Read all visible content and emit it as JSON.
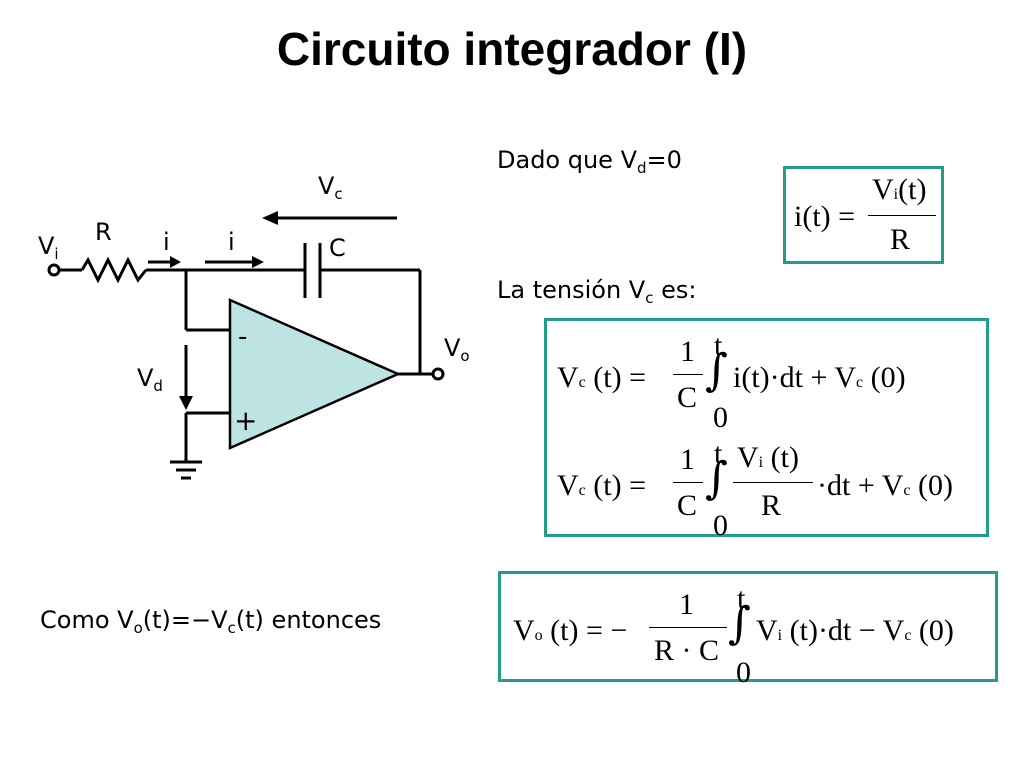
{
  "title": "Circuito integrador (I)",
  "text": {
    "dado": "Dado que V",
    "dado_sub": "d",
    "dado_end": "=0",
    "tension": "La tensión V",
    "tension_sub": "c",
    "tension_end": " es:",
    "como": "Como V",
    "como_sub1": "o",
    "como_mid1": "(t)=−V",
    "como_sub2": "c",
    "como_end": "(t) entonces"
  },
  "circuit": {
    "vc": "V",
    "vc_sub": "c",
    "r": "R",
    "i1": "i",
    "i2": "i",
    "c": "C",
    "vi": "V",
    "vi_sub": "i",
    "vo": "V",
    "vo_sub": "o",
    "vd": "V",
    "vd_sub": "d",
    "minus": "-",
    "plus": "+"
  },
  "eq_current": {
    "lhs": "i(t) =",
    "num": "V",
    "num_sub": "i",
    "num_end": "(t)",
    "den": "R"
  },
  "eq_vc1": {
    "lhs": "V",
    "lhs_sub": "c",
    "lhs_end": " (t) =",
    "num": "1",
    "den": "C",
    "upper": "t",
    "lower": "0",
    "body": "i(t)·dt + V",
    "body_sub": "c",
    "body_end": " (0)"
  },
  "eq_vc2": {
    "lhs": "V",
    "lhs_sub": "c",
    "lhs_end": " (t) =",
    "num": "1",
    "den": "C",
    "upper": "t",
    "lower": "0",
    "fnum": "V",
    "fnum_sub": "i",
    "fnum_end": " (t)",
    "fden": "R",
    "body": "·dt + V",
    "body_sub": "c",
    "body_end": " (0)"
  },
  "eq_vo": {
    "lhs": "V",
    "lhs_sub": "o",
    "lhs_end": " (t) = −",
    "num": "1",
    "den": "R · C",
    "upper": "t",
    "lower": "0",
    "body": "V",
    "body_sub": "i",
    "body_end": " (t)·dt − V",
    "body_sub2": "c",
    "body_end2": " (0)"
  },
  "colors": {
    "box_border": "#1f9e8a",
    "opamp_fill": "#bde3e3"
  }
}
